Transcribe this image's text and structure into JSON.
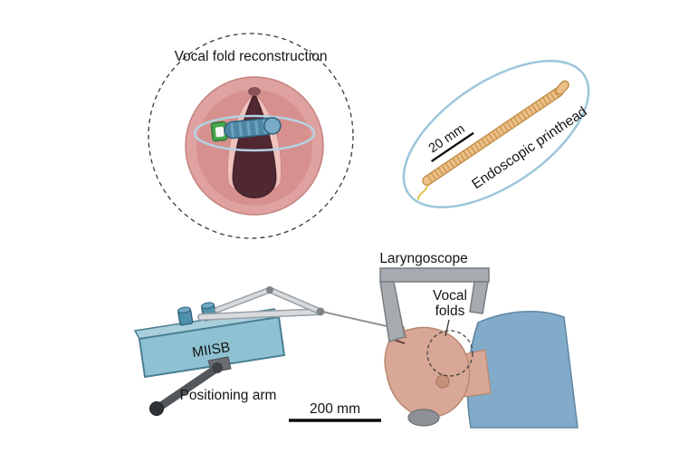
{
  "figure": {
    "inset_reconstruction": {
      "title": "Vocal fold reconstruction"
    },
    "inset_printhead": {
      "scale_label": "20 mm",
      "label": "Endoscopic printhead"
    },
    "scene": {
      "laryngoscope_label": "Laryngoscope",
      "vocal_folds_label_line1": "Vocal",
      "vocal_folds_label_line2": "folds",
      "miisb_label": "MIISB",
      "positioning_arm_label": "Positioning arm",
      "scale_label": "200 mm"
    },
    "colors": {
      "dashed_outline": "#3a3a3a",
      "inset_ellipse_stroke": "#9cc6da",
      "larynx_tissue": "#dfa2a0",
      "glottis_dark": "#4f2831",
      "printhead_body_blue": "#4e87a6",
      "printhead_green": "#49a84e",
      "endoscope_tan": "#ecc08a",
      "device_blue": "#8ec2d2",
      "skin": "#d8a795",
      "drape_blue": "#82abc9",
      "metal_gray": "#a6abb0",
      "arm_dark": "#53575b"
    }
  }
}
